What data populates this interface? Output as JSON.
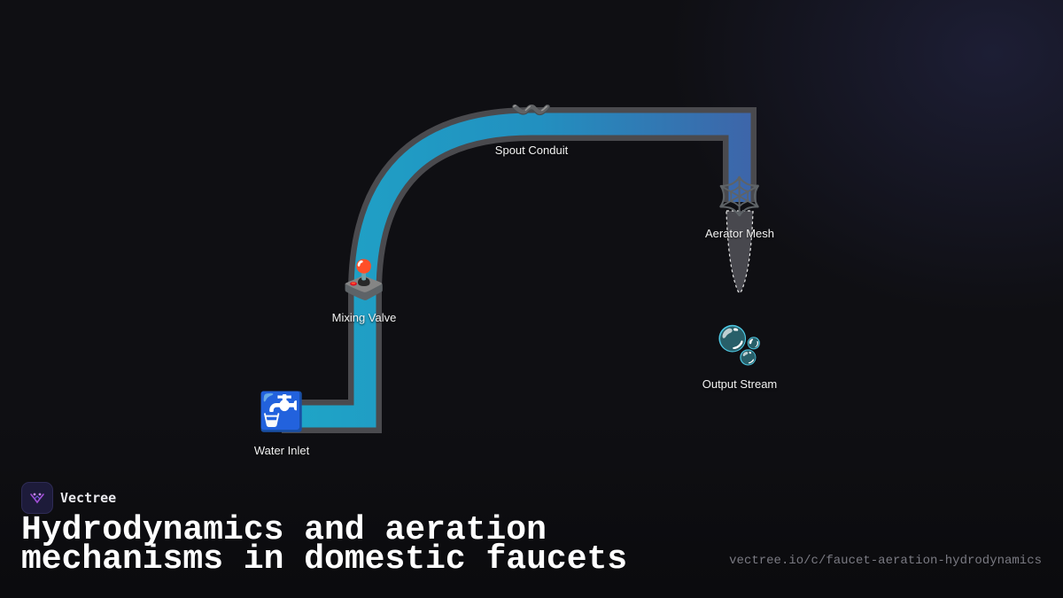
{
  "brand": {
    "name": "Vectree"
  },
  "title": "Hydrodynamics and aeration mechanisms in domestic faucets",
  "url": "vectree.io/c/faucet-aeration-hydrodynamics",
  "nodes": {
    "water_inlet": {
      "label": "Water Inlet",
      "icon": "faucet-icon",
      "glyph": "🚰"
    },
    "mixing_valve": {
      "label": "Mixing Valve",
      "icon": "joystick-icon",
      "glyph": "🕹️"
    },
    "spout_conduit": {
      "label": "Spout Conduit",
      "icon": "wavy-line-icon",
      "glyph": "〰️"
    },
    "aerator_mesh": {
      "label": "Aerator Mesh",
      "icon": "spider-web-icon",
      "glyph": "🕸️"
    },
    "output_stream": {
      "label": "Output Stream",
      "icon": "bubbles-icon",
      "glyph": "🫧"
    }
  },
  "colors": {
    "pipe_outline": "#4a4a4e",
    "water_start": "#1ea7c8",
    "water_end": "#3f63a8",
    "stream": "#4a4a50",
    "background": "#0f0f13"
  }
}
